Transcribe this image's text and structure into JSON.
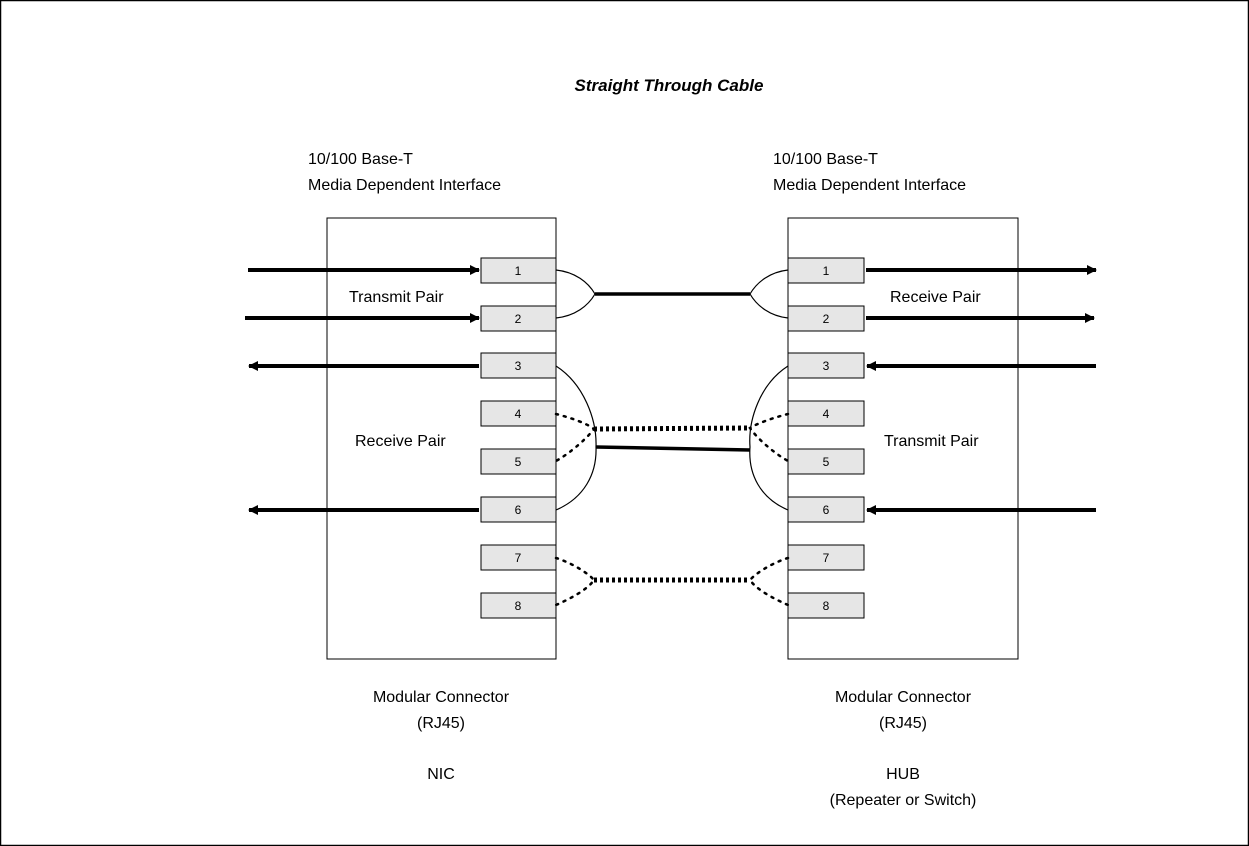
{
  "title": "Straight Through Cable",
  "left": {
    "interface_line1": "10/100 Base-T",
    "interface_line2": "Media Dependent Interface",
    "pair_a": "Transmit Pair",
    "pair_b": "Receive Pair",
    "connector_line1": "Modular Connector",
    "connector_line2": "(RJ45)",
    "device": "NIC"
  },
  "right": {
    "interface_line1": "10/100 Base-T",
    "interface_line2": "Media Dependent Interface",
    "pair_a": "Receive Pair",
    "pair_b": "Transmit Pair",
    "connector_line1": "Modular Connector",
    "connector_line2": "(RJ45)",
    "device_line1": "HUB",
    "device_line2": "(Repeater or Switch)"
  },
  "pins": [
    "1",
    "2",
    "3",
    "4",
    "5",
    "6",
    "7",
    "8"
  ],
  "colors": {
    "line": "#000000",
    "pin_fill": "#e6e6e6",
    "pin_stroke": "#000000",
    "background": "#ffffff"
  }
}
